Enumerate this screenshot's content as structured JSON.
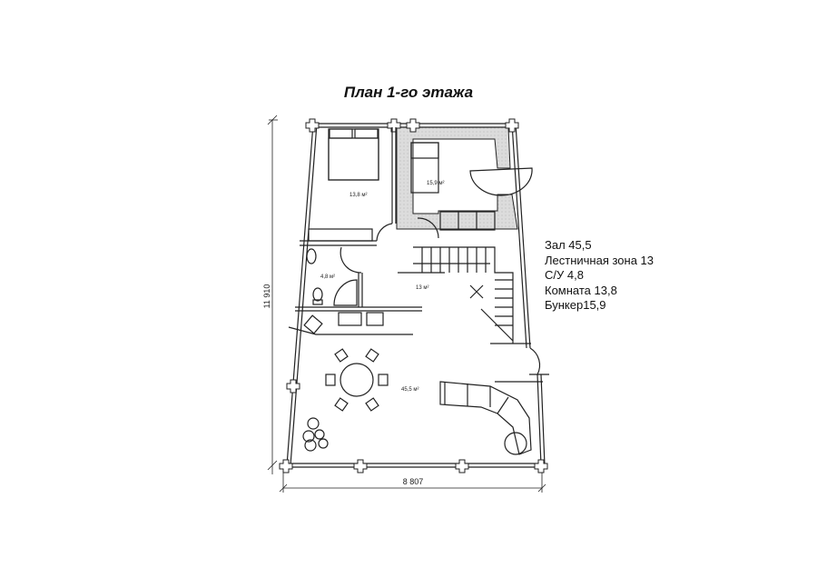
{
  "title": "План 1-го этажа",
  "legend": [
    "Зал 45,5",
    "Лестничная зона 13",
    "С/У 4,8",
    "Комната 13,8",
    "Бункер15,9"
  ],
  "rooms": {
    "bedroom": "13,8 м²",
    "bunker": "15,9 м²",
    "bathroom": "4,8 м²",
    "stair_zone": "13 м²",
    "hall": "45,5 м²"
  },
  "dimensions": {
    "height": "11 910",
    "width": "8 807"
  },
  "colors": {
    "line": "#222222",
    "hatch": "#d9d9d9"
  }
}
